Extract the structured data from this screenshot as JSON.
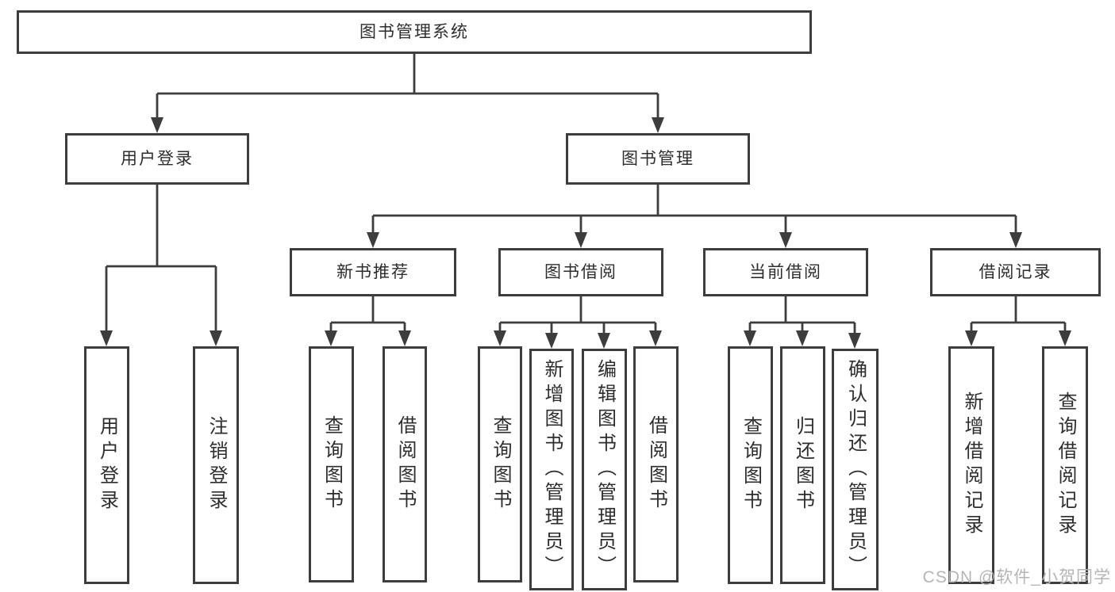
{
  "diagram_title": "图书管理系统",
  "nodes": {
    "root": "图书管理系统",
    "user_login": "用户登录",
    "book_mgmt": "图书管理",
    "new_book_rec": "新书推荐",
    "book_borrow": "图书借阅",
    "current_borrow": "当前借阅",
    "borrow_records": "借阅记录",
    "leaf_user_login": "用户登录",
    "leaf_logout": "注销登录",
    "leaf_nbr_query": "查询图书",
    "leaf_nbr_borrow": "借阅图书",
    "leaf_bb_query": "查询图书",
    "leaf_bb_add": "新增图书（管理员）",
    "leaf_bb_edit": "编辑图书（管理员）",
    "leaf_bb_borrow": "借阅图书",
    "leaf_cb_query": "查询图书",
    "leaf_cb_return": "归还图书",
    "leaf_cb_confirm": "确认归还（管理员）",
    "leaf_br_add": "新增借阅记录",
    "leaf_br_query": "查询借阅记录"
  },
  "watermark": "CSDN @软件_小贺同学",
  "colors": {
    "line": "#3d3d3d",
    "text": "#2d2d2d",
    "watermark": "#b5b5b5",
    "background": "#ffffff"
  }
}
